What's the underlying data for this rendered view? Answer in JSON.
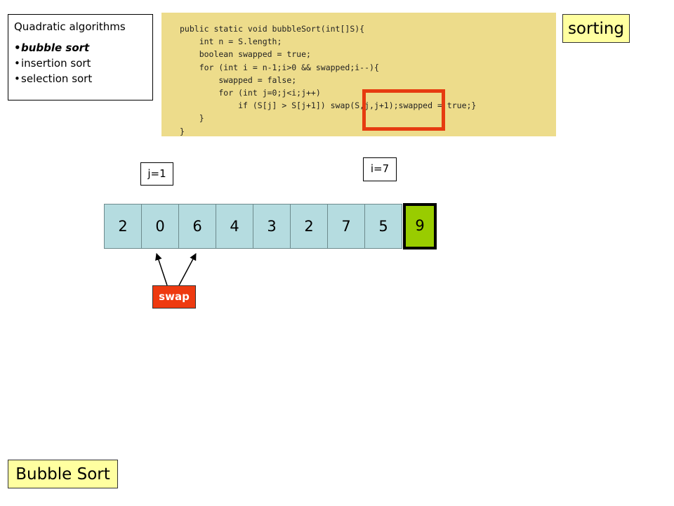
{
  "menu": {
    "title": "Quadratic algorithms",
    "items": [
      "bubble sort",
      "insertion sort",
      "selection sort"
    ],
    "active_index": 0
  },
  "code": {
    "lines": [
      "public static void bubbleSort(int[]S){",
      "    int n = S.length;",
      "    boolean swapped = true;",
      "    for (int i = n-1;i>0 && swapped;i--){",
      "        swapped = false;",
      "        for (int j=0;j<i;j++)",
      "            if (S[j] > S[j+1]) swap(S,j,j+1);swapped = true;}",
      "    }",
      "}"
    ],
    "highlighted": "swap(S,j,j+1);"
  },
  "sorting_label": "sorting",
  "j_label": "j=1",
  "i_label": "i=7",
  "array": {
    "values": [
      2,
      0,
      6,
      4,
      3,
      2,
      7,
      5,
      9
    ],
    "sorted_index": 8
  },
  "swap_label": "swap",
  "footer_title": "Bubble Sort",
  "colors": {
    "code_bg": "#eddc8b",
    "highlight": "#e63b10",
    "cell": "#b5dce0",
    "sorted_cell": "#99cc00",
    "label_bg": "#ffffa0",
    "swap_bg": "#ee3a10"
  }
}
